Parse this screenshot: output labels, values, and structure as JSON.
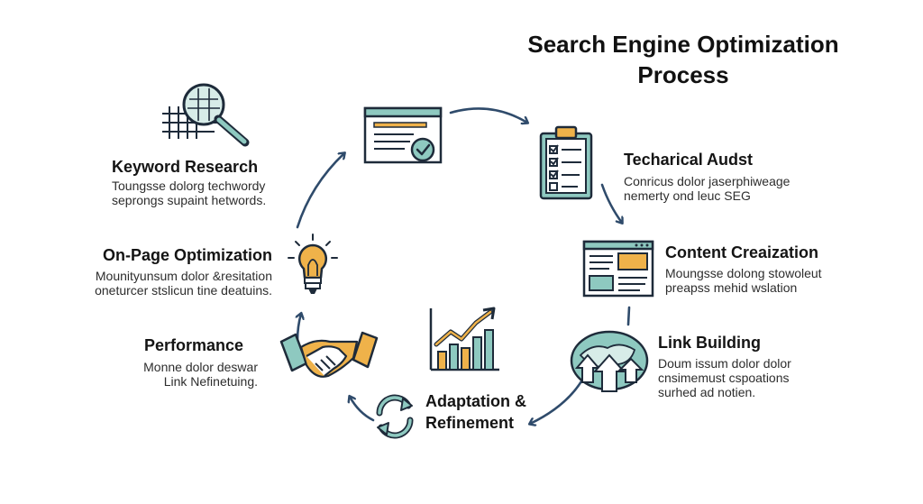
{
  "title": "Search Engine Optimization Process",
  "colors": {
    "navy": "#2f4b6b",
    "teal": "#8ec9c0",
    "orange": "#efb24a",
    "ink": "#1e2b3a"
  },
  "steps": {
    "keyword_research": {
      "title": "Keyword Research",
      "desc_line1": "Toungsse dolorg techwordy",
      "desc_line2": "seprongs supaint hetwords.",
      "icon": "magnifier-grid-icon"
    },
    "technical_audit": {
      "title": "Techarical Audst",
      "desc_line1": "Conricus dolor jaserphiweage",
      "desc_line2": "nemerty ond leuc SEG",
      "icon": "clipboard-checklist-icon"
    },
    "content_creation": {
      "title": "Content Creaization",
      "desc_line1": "Moungsse dolong stowoleut",
      "desc_line2": "preapss mehid wslation",
      "icon": "web-layout-icon"
    },
    "link_building": {
      "title": "Link Building",
      "desc_line1": "Doum issum dolor dolor",
      "desc_line2": "cnsimemust cspoations",
      "desc_line3": "surhed ad notien.",
      "icon": "globe-arrows-icon"
    },
    "adaptation": {
      "title_line1": "Adaptation &",
      "title_line2": "Refinement",
      "icon": "refresh-cycle-icon"
    },
    "performance": {
      "title": "Performance",
      "desc_line1": "Monne dolor deswar",
      "desc_line2": "Link Nefinetuing.",
      "icon": "handshake-icon"
    },
    "on_page": {
      "title": "On-Page Optimization",
      "desc_line1": "Mounityunsum dolor &resitation",
      "desc_line2": "oneturcer stslicun tine deatuins.",
      "icon": "lightbulb-icon"
    },
    "center_chart": {
      "icon": "growth-chart-icon"
    },
    "top_document": {
      "icon": "document-check-icon"
    }
  }
}
